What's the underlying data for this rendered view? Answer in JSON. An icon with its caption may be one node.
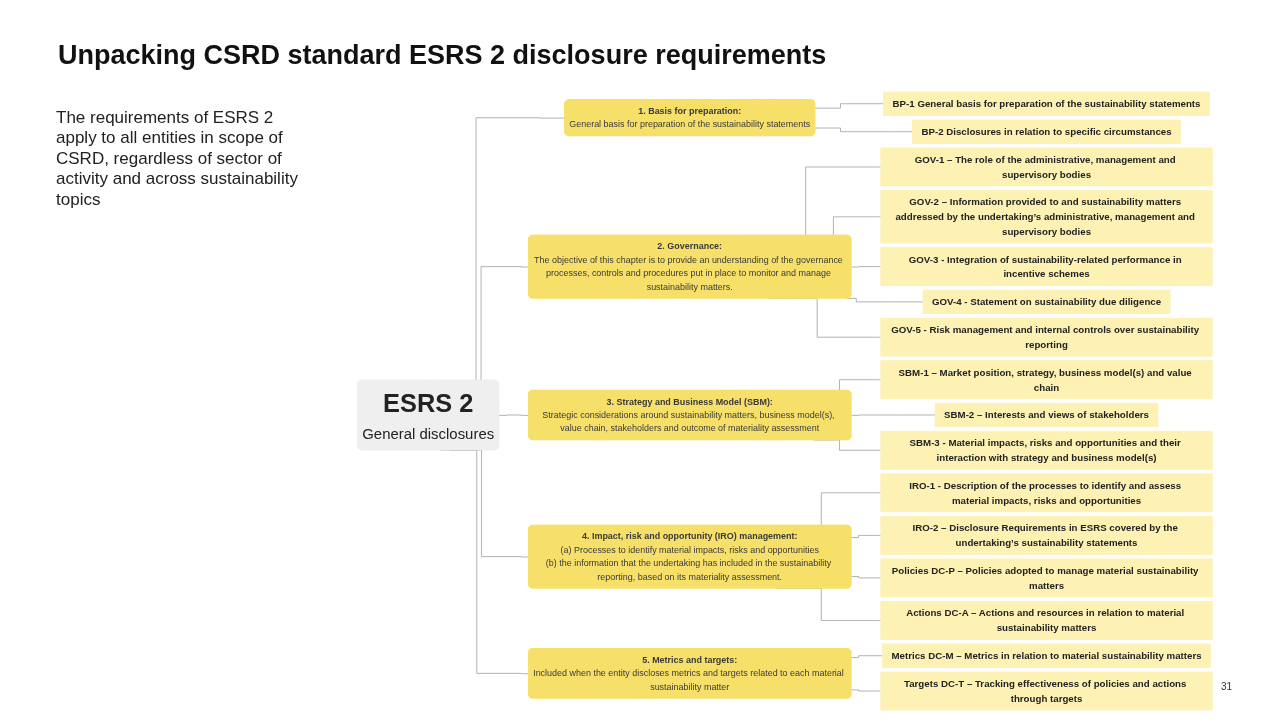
{
  "diagram": {
    "title": "Unpacking CSRD standard ESRS 2 disclosure requirements",
    "nodes": [
      {
        "text": [
          "ESRS 2",
          "General disclosures"
        ]
      },
      {
        "text": [
          "1. Basis for preparation:",
          "General basis for preparation of the sustainability statements"
        ]
      },
      {
        "text": [
          "BP-1 General basis for preparation of the sustainability statements"
        ]
      },
      {
        "text": [
          "BP-2 Disclosures in relation to specific circumstances"
        ]
      },
      {
        "text": [
          "2. Governance:",
          "The objective of this chapter is to provide an understanding of the governance processes, controls and procedures put in place to monitor and manage sustainability matters."
        ]
      },
      {
        "text": [
          "GOV-1 – The role of the administrative, management and supervisory bodies"
        ]
      },
      {
        "text": [
          "GOV-2 – Information provided to and sustainability matters addressed by the undertaking’s administrative, management and supervisory bodies"
        ]
      },
      {
        "text": [
          "GOV-3 - Integration of sustainability-related performance in incentive schemes"
        ]
      },
      {
        "text": [
          "GOV-4 - Statement on sustainability due diligence"
        ]
      },
      {
        "text": [
          "GOV-5 - Risk management and internal controls over sustainability reporting"
        ]
      },
      {
        "text": [
          "3. Strategy and Business Model (SBM):",
          "Strategic considerations around sustainability matters, business model(s), value chain, stakeholders and outcome of materiality assessment"
        ]
      },
      {
        "text": [
          "SBM-1 – Market position, strategy, business model(s) and value chain"
        ]
      },
      {
        "text": [
          "SBM-2 – Interests and views of stakeholders"
        ]
      },
      {
        "text": [
          "SBM-3 - Material impacts, risks and opportunities and their interaction with strategy and business model(s)"
        ]
      },
      {
        "text": [
          "4. Impact, risk and opportunity (IRO) management:",
          "(a) Processes to identify material impacts, risks and opportunities",
          "(b) the information that the undertaking has included in the sustainability reporting, based on its materiality assessment."
        ]
      },
      {
        "text": [
          "IRO-1 - Description of the processes to identify and assess material impacts, risks and opportunities"
        ]
      },
      {
        "text": [
          "IRO-2 – Disclosure Requirements in ESRS covered by the undertaking’s sustainability statements"
        ]
      },
      {
        "text": [
          "Policies DC-P – Policies adopted to manage material sustainability matters"
        ]
      },
      {
        "text": [
          "Actions DC-A – Actions and resources in relation to material sustainability matters"
        ]
      },
      {
        "text": [
          "5. Metrics and targets:",
          "Included when the entity discloses metrics and targets related to each material sustainability matter"
        ]
      },
      {
        "text": [
          "Metrics DC-M – Metrics in relation to material sustainability matters"
        ]
      },
      {
        "text": [
          "Targets DC-T – Tracking effectiveness of policies and actions through targets"
        ]
      }
    ],
    "edges": [
      {
        "from": 0,
        "to": 1,
        "arrow": "none"
      },
      {
        "from": 0,
        "to": 4,
        "arrow": "none"
      },
      {
        "from": 0,
        "to": 10,
        "arrow": "none"
      },
      {
        "from": 0,
        "to": 14,
        "arrow": "none"
      },
      {
        "from": 0,
        "to": 19,
        "arrow": "none"
      },
      {
        "from": 1,
        "to": 2,
        "arrow": "none"
      },
      {
        "from": 1,
        "to": 3,
        "arrow": "none"
      },
      {
        "from": 4,
        "to": 5,
        "arrow": "none"
      },
      {
        "from": 4,
        "to": 6,
        "arrow": "none"
      },
      {
        "from": 4,
        "to": 7,
        "arrow": "none"
      },
      {
        "from": 4,
        "to": 8,
        "arrow": "none"
      },
      {
        "from": 4,
        "to": 9,
        "arrow": "none"
      },
      {
        "from": 10,
        "to": 11,
        "arrow": "none"
      },
      {
        "from": 10,
        "to": 12,
        "arrow": "none"
      },
      {
        "from": 10,
        "to": 13,
        "arrow": "none"
      },
      {
        "from": 14,
        "to": 15,
        "arrow": "none"
      },
      {
        "from": 14,
        "to": 16,
        "arrow": "none"
      },
      {
        "from": 14,
        "to": 17,
        "arrow": "none"
      },
      {
        "from": 14,
        "to": 18,
        "arrow": "none"
      },
      {
        "from": 19,
        "to": 20,
        "arrow": "none"
      },
      {
        "from": 19,
        "to": 21,
        "arrow": "none"
      }
    ],
    "labels": [
      "The requirements of ESRS 2 apply to all entities in scope of CSRD, regardless of sector of activity and across sustainability topics",
      "31"
    ]
  }
}
